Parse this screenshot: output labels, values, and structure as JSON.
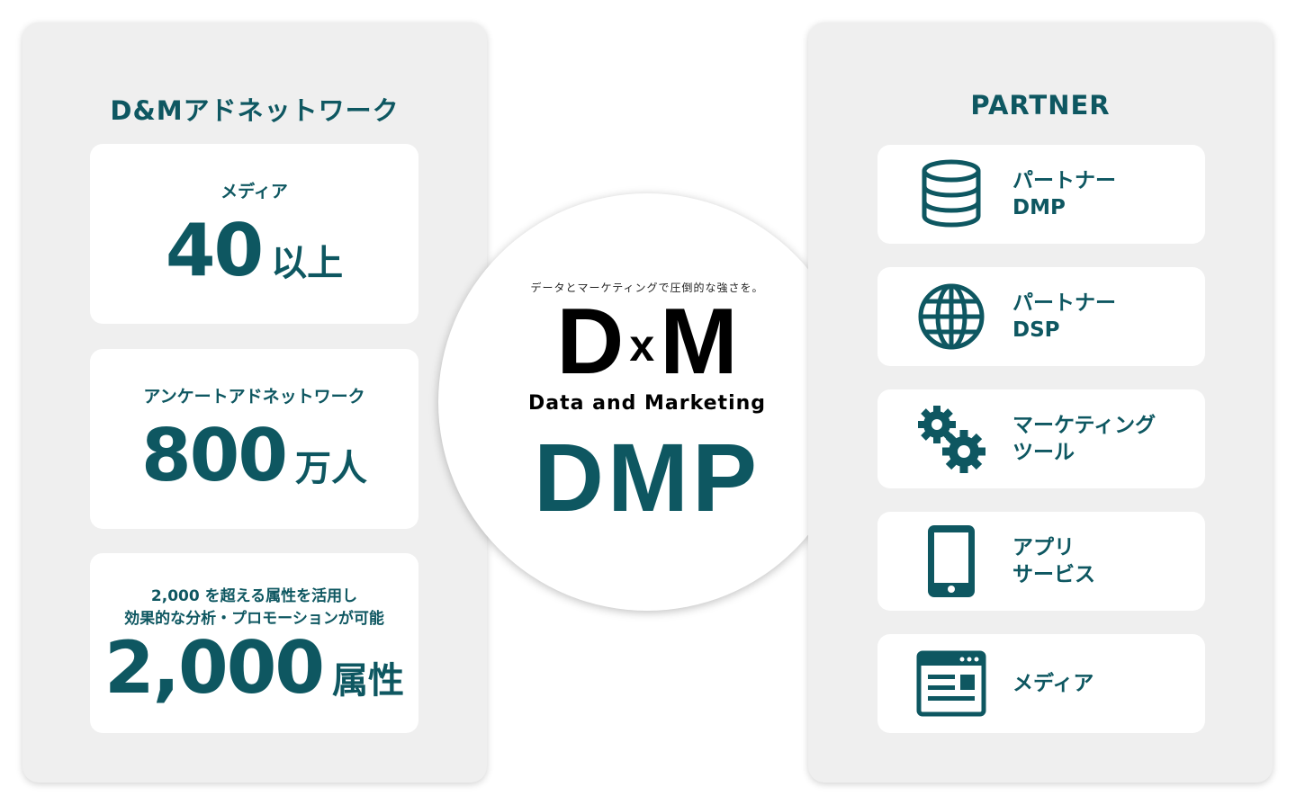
{
  "left": {
    "title": "D&Mアドネットワーク",
    "cards": [
      {
        "label": "メディア",
        "value": "40",
        "unit": "以上"
      },
      {
        "label": "アンケートアドネットワーク",
        "value": "800",
        "unit": "万人"
      },
      {
        "label_line1": "2,000 を超える属性を活用し",
        "label_line2": "効果的な分析・プロモーションが可能",
        "value": "2,000",
        "unit": "属性"
      }
    ]
  },
  "center": {
    "tagline": "データとマーケティングで圧倒的な強さを。",
    "logo_d": "D",
    "logo_x": "x",
    "logo_m": "M",
    "logo_sub": "Data and Marketing",
    "title": "DMP"
  },
  "right": {
    "title": "PARTNER",
    "items": [
      {
        "icon": "database-icon",
        "line1": "パートナー",
        "line2": "DMP"
      },
      {
        "icon": "globe-icon",
        "line1": "パートナー",
        "line2": "DSP"
      },
      {
        "icon": "gears-icon",
        "line1": "マーケティング",
        "line2": "ツール"
      },
      {
        "icon": "smartphone-icon",
        "line1": "アプリ",
        "line2": "サービス"
      },
      {
        "icon": "browser-icon",
        "line1": "メディア"
      }
    ]
  },
  "colors": {
    "accent": "#0e5761",
    "panel": "#efefef"
  }
}
